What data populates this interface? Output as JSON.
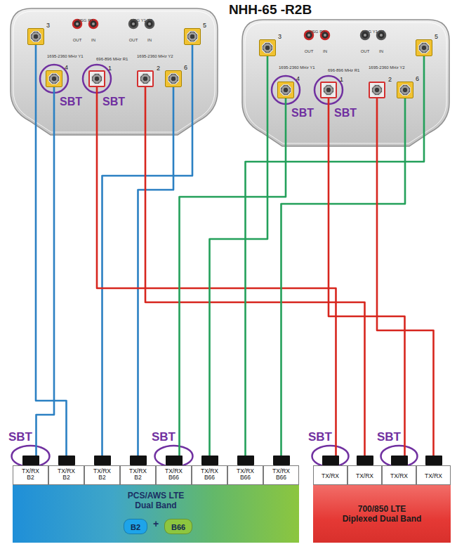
{
  "diagram": {
    "title": "NHH-65 -R2B",
    "nodes": [
      {
        "text": [
          "AISG R1",
          "OUT",
          "IN",
          "AISG Y1 Y2",
          "OUT",
          "IN",
          "1695-2360 MHz Y1",
          "696-896 MHz R1",
          "1695-2360 MHz Y2",
          "SBT",
          "SBT"
        ]
      },
      {
        "text": [
          "3"
        ],
        "in": 0
      },
      {
        "text": [
          "5"
        ],
        "in": 0
      },
      {
        "text": [
          "4"
        ],
        "in": 0
      },
      {
        "text": [
          "1"
        ],
        "in": 0
      },
      {
        "text": [
          "2"
        ],
        "in": 0
      },
      {
        "text": [
          "6"
        ],
        "in": 0
      },
      {
        "text": [
          "AISG R1",
          "OUT",
          "IN",
          "AISG Y1 Y2",
          "OUT",
          "IN",
          "1695-2360 MHz Y1",
          "696-896 MHz R1",
          "1695-2360 MHz Y2",
          "SBT",
          "SBT"
        ]
      },
      {
        "text": [
          "3"
        ],
        "in": 7
      },
      {
        "text": [
          "5"
        ],
        "in": 7
      },
      {
        "text": [
          "4"
        ],
        "in": 7
      },
      {
        "text": [
          "1"
        ],
        "in": 7
      },
      {
        "text": [
          "2"
        ],
        "in": 7
      },
      {
        "text": [
          "6"
        ],
        "in": 7
      },
      {
        "text": [
          "PCS/AWS LTE Dual Band",
          "+"
        ]
      },
      {
        "text": [
          "TX/RX B2"
        ],
        "in": 14
      },
      {
        "text": [
          "TX/RX B2"
        ],
        "in": 14
      },
      {
        "text": [
          "TX/RX B2"
        ],
        "in": 14
      },
      {
        "text": [
          "TX/RX B2"
        ],
        "in": 14
      },
      {
        "text": [
          "TX/RX B66"
        ],
        "in": 14
      },
      {
        "text": [
          "TX/RX B66"
        ],
        "in": 14
      },
      {
        "text": [
          "TX/RX B66"
        ],
        "in": 14
      },
      {
        "text": [
          "TX/RX B66"
        ],
        "in": 14
      },
      {
        "text": [
          "B2"
        ],
        "in": 14
      },
      {
        "text": [
          "B66"
        ],
        "in": 14
      },
      {
        "text": [
          "700/850 LTE Diplexed Dual Band"
        ]
      },
      {
        "text": [
          "TX/RX"
        ],
        "in": 25
      },
      {
        "text": [
          "TX/RX"
        ],
        "in": 25
      },
      {
        "text": [
          "TX/RX"
        ],
        "in": 25
      },
      {
        "text": [
          "TX/RX"
        ],
        "in": 25
      }
    ],
    "edges": [
      {
        "from": 3,
        "to": 15,
        "arrow": "none"
      },
      {
        "from": 1,
        "to": 16,
        "arrow": "none"
      },
      {
        "from": 2,
        "to": 17,
        "arrow": "none"
      },
      {
        "from": 6,
        "to": 18,
        "arrow": "none"
      },
      {
        "from": 4,
        "to": 26,
        "arrow": "none"
      },
      {
        "from": 5,
        "to": 27,
        "arrow": "none"
      },
      {
        "from": 10,
        "to": 19,
        "arrow": "none"
      },
      {
        "from": 8,
        "to": 20,
        "arrow": "none"
      },
      {
        "from": 9,
        "to": 21,
        "arrow": "none"
      },
      {
        "from": 13,
        "to": 22,
        "arrow": "none"
      },
      {
        "from": 11,
        "to": 28,
        "arrow": "none"
      },
      {
        "from": 12,
        "to": 29,
        "arrow": "none"
      }
    ],
    "labels": [
      "SBT",
      "SBT",
      "SBT",
      "SBT"
    ]
  }
}
